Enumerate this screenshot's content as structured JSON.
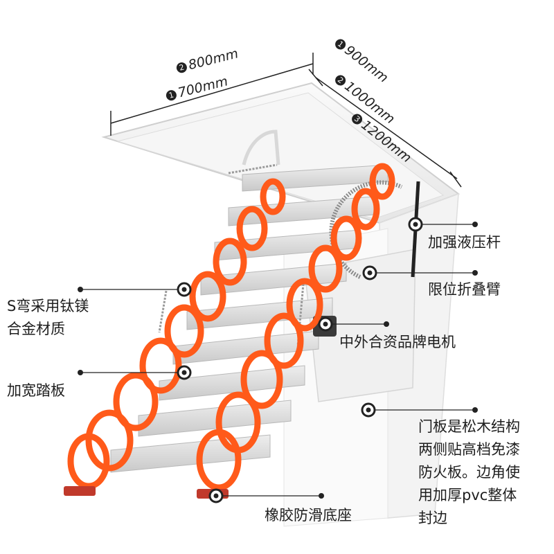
{
  "dimensions": {
    "width": [
      {
        "marker": "2",
        "value": "800mm"
      },
      {
        "marker": "1",
        "value": "700mm"
      }
    ],
    "length": [
      {
        "marker": "1",
        "value": "900mm"
      },
      {
        "marker": "2",
        "value": "1000mm"
      },
      {
        "marker": "3",
        "value": "1200mm"
      }
    ]
  },
  "callouts": {
    "hydraulic_rod": "加强液压杆",
    "folding_arm": "限位折叠臂",
    "alloy_material": [
      "S弯采用钛镁",
      "合金材质"
    ],
    "motor": "中外合资品牌电机",
    "tread": "加宽踏板",
    "door_panel": [
      "门板是松木结构",
      "两侧贴高档免漆",
      "防火板。边角使",
      "用加厚pvc整体",
      "封边"
    ],
    "rubber_base": "橡胶防滑底座"
  },
  "colors": {
    "frame_orange": "#ff5a1a",
    "panel_white": "#f4f4f4",
    "tread_silver": "#d8d8d8",
    "line": "#222222"
  }
}
